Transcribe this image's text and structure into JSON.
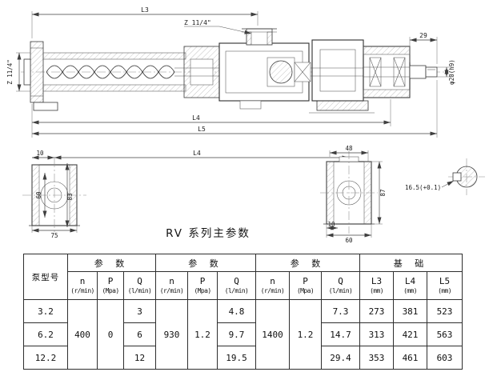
{
  "title": "RV 系列主参数",
  "drawing": {
    "dim_l3": "L3",
    "dim_port_top": "Z 11/4\"",
    "dim_29": "29",
    "dim_l4": "L4",
    "dim_l5": "L5",
    "dim_port_left": "Z 11/4\"",
    "dim_shaft_end": "φ20(h9)"
  },
  "details": {
    "dim_l4": "L4",
    "dim_10_top": "10",
    "dim_60_left": "60",
    "dim_83_left": "83",
    "dim_75_bottom": "75",
    "dim_48_top": "48",
    "dim_87_right": "87",
    "dim_10_bottom": "10",
    "dim_60_bottom": "60",
    "dim_keyway": "16.5(+0.1)"
  },
  "table": {
    "model_header": "泵型号",
    "groups": [
      "参  数",
      "参  数",
      "参  数",
      "基  础"
    ],
    "cols": [
      {
        "sym": "n",
        "unit": "(r/min)"
      },
      {
        "sym": "P",
        "unit": "(Mpa)"
      },
      {
        "sym": "Q",
        "unit": "(l/min)"
      },
      {
        "sym": "n",
        "unit": "(r/min)"
      },
      {
        "sym": "P",
        "unit": "(Mpa)"
      },
      {
        "sym": "Q",
        "unit": "(l/min)"
      },
      {
        "sym": "n",
        "unit": "(r/min)"
      },
      {
        "sym": "P",
        "unit": "(Mpa)"
      },
      {
        "sym": "Q",
        "unit": "(l/min)"
      },
      {
        "sym": "L3",
        "unit": "(mm)"
      },
      {
        "sym": "L4",
        "unit": "(mm)"
      },
      {
        "sym": "L5",
        "unit": "(mm)"
      }
    ],
    "merged": {
      "n1": "400",
      "p1": "0",
      "n2": "930",
      "p2": "1.2",
      "n3": "1400",
      "p3": "1.2"
    },
    "rows": [
      {
        "model": "3.2",
        "q1": "3",
        "q2": "4.8",
        "q3": "7.3",
        "l3": "273",
        "l4": "381",
        "l5": "523"
      },
      {
        "model": "6.2",
        "q1": "6",
        "q2": "9.7",
        "q3": "14.7",
        "l3": "313",
        "l4": "421",
        "l5": "563"
      },
      {
        "model": "12.2",
        "q1": "12",
        "q2": "19.5",
        "q3": "29.4",
        "l3": "353",
        "l4": "461",
        "l5": "603"
      }
    ]
  }
}
